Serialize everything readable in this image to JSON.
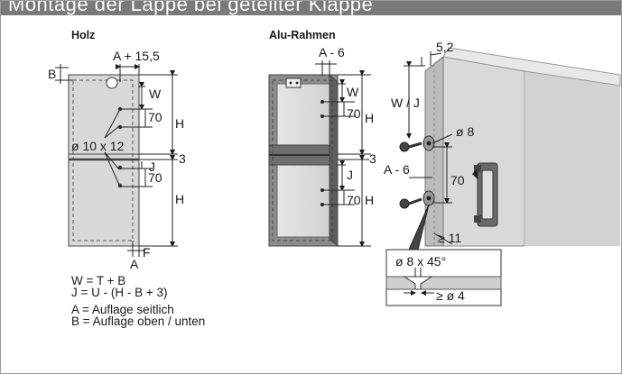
{
  "header": {
    "title": "Montage der Lappe bei geteilter Klappe"
  },
  "holz": {
    "title": "Holz",
    "dim_top": "A + 15,5",
    "label_b": "B",
    "label_w": "W",
    "label_70_top": "70",
    "label_h_top": "H",
    "label_dia": "ø 10 x 12",
    "label_3": "3",
    "label_j": "J",
    "label_70_bottom": "70",
    "label_h_bottom": "H",
    "label_f": "F",
    "label_a": "A"
  },
  "alu": {
    "title": "Alu-Rahmen",
    "dim_top": "A - 6",
    "label_w": "W",
    "label_70_top": "70",
    "label_h_top": "H",
    "label_3": "3",
    "label_j": "J",
    "label_70_bottom": "70",
    "label_h_bottom": "H"
  },
  "perspective": {
    "label_52": "5,2",
    "label_wj": "W / J",
    "label_dia8": "ø 8",
    "label_a6": "A - 6",
    "label_70": "70",
    "label_11": "≥ 11",
    "detail_top": "ø 8 x 45°",
    "detail_bottom": "≥ ø 4"
  },
  "formulas": [
    "W = T + B",
    "J = U - (H - B + 3)",
    "A = Auflage seitlich",
    "B = Auflage oben / unten"
  ]
}
